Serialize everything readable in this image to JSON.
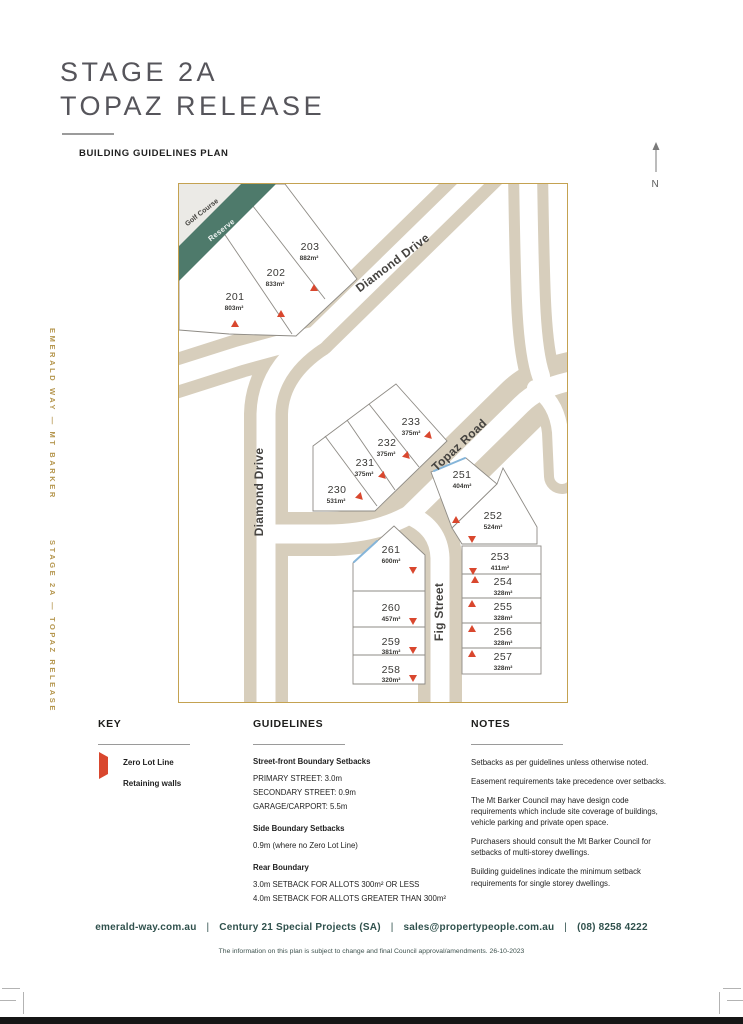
{
  "colors": {
    "accent-red": "#d9472e",
    "retaining-blue": "#85b5d9",
    "street-tan": "#d7cebc",
    "reserve-green": "#4e7a6b",
    "golf-gray": "#ebeae6",
    "gold": "#c4a251",
    "footer-teal": "#30514d",
    "side-gold": "#b5964e"
  },
  "header": {
    "title_line1": "STAGE 2A",
    "title_line2": "TOPAZ RELEASE",
    "subtitle": "BUILDING GUIDELINES PLAN"
  },
  "side": {
    "top": "EMERALD WAY — MT BARKER",
    "bottom": "STAGE 2A — TOPAZ RELEASE"
  },
  "compass": {
    "label": "N"
  },
  "plan": {
    "streets": {
      "diamond_diag": "Diamond Drive",
      "diamond_vert": "Diamond Drive",
      "topaz": "Topaz Road",
      "fig": "Fig Street"
    },
    "areas": {
      "golf": "Golf Course",
      "reserve": "Reserve"
    },
    "lots": [
      {
        "id": "201",
        "area": "803m²"
      },
      {
        "id": "202",
        "area": "833m²"
      },
      {
        "id": "203",
        "area": "882m²"
      },
      {
        "id": "230",
        "area": "531m²"
      },
      {
        "id": "231",
        "area": "375m²"
      },
      {
        "id": "232",
        "area": "375m²"
      },
      {
        "id": "233",
        "area": "375m²"
      },
      {
        "id": "251",
        "area": "404m²"
      },
      {
        "id": "252",
        "area": "524m²"
      },
      {
        "id": "253",
        "area": "411m²"
      },
      {
        "id": "254",
        "area": "328m²"
      },
      {
        "id": "255",
        "area": "328m²"
      },
      {
        "id": "256",
        "area": "328m²"
      },
      {
        "id": "257",
        "area": "328m²"
      },
      {
        "id": "258",
        "area": "320m²"
      },
      {
        "id": "259",
        "area": "381m²"
      },
      {
        "id": "260",
        "area": "457m²"
      },
      {
        "id": "261",
        "area": "600m²"
      }
    ]
  },
  "key": {
    "heading": "KEY",
    "items": [
      {
        "label": "Zero Lot Line"
      },
      {
        "label": "Retaining walls"
      }
    ]
  },
  "guidelines": {
    "heading": "GUIDELINES",
    "sections": [
      {
        "heading": "Street-front Boundary Setbacks",
        "lines": [
          "PRIMARY STREET: 3.0m",
          "SECONDARY STREET: 0.9m",
          "GARAGE/CARPORT: 5.5m"
        ]
      },
      {
        "heading": "Side Boundary Setbacks",
        "lines": [
          "0.9m (where no Zero Lot Line)"
        ]
      },
      {
        "heading": "Rear Boundary",
        "lines": [
          "3.0m SETBACK FOR ALLOTS 300m² OR LESS",
          "4.0m SETBACK FOR ALLOTS GREATER THAN 300m²"
        ]
      }
    ]
  },
  "notes": {
    "heading": "NOTES",
    "items": [
      "Setbacks as per guidelines unless otherwise noted.",
      "Easement requirements take precedence over setbacks.",
      "The Mt Barker Council may have design code requirements which include site coverage of buildings, vehicle parking and private open space.",
      "Purchasers should consult the Mt Barker Council for setbacks of multi-storey dwellings.",
      "Building guidelines indicate the minimum setback requirements for single storey dwellings."
    ]
  },
  "footer": {
    "parts": [
      "emerald-way.com.au",
      "Century 21 Special Projects (SA)",
      "sales@propertypeople.com.au",
      "(08) 8258 4222"
    ],
    "divider": "|",
    "disclaimer": "The information on this plan is subject to change and final Council approval/amendments. 26-10-2023"
  }
}
